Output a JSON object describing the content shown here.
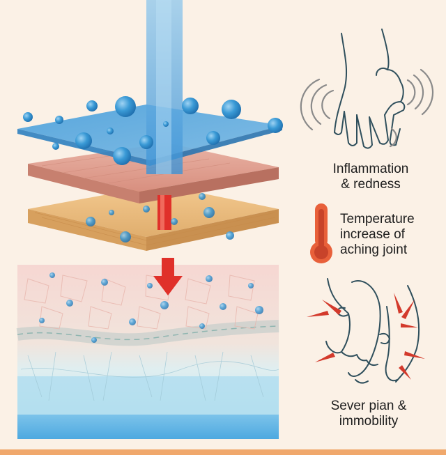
{
  "captions": {
    "inflammation": [
      "Inflammation",
      "& redness"
    ],
    "temperature": [
      "Temperature",
      "increase of",
      "aching joint"
    ],
    "pain": [
      "Sever pian &",
      "immobility"
    ]
  },
  "colors": {
    "background": "#fbf1e6",
    "beam": "#5aa9df",
    "droplet": "#3a9ad6",
    "arrow": "#e0302a",
    "thermometer": "#e8603a",
    "pain_marks": "#d33a2c",
    "outline": "#2f4f5c"
  },
  "illustration": {
    "layers": [
      "blue film",
      "pink dermis",
      "fat tissue",
      "cellular tissue",
      "blue subcutaneous"
    ],
    "icons": [
      "hand-icon",
      "thermometer-icon",
      "feet-icon"
    ]
  }
}
